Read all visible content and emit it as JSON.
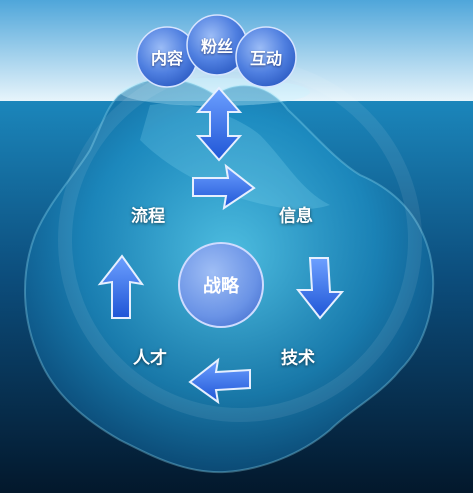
{
  "top_items": [
    {
      "label": "内容"
    },
    {
      "label": "粉丝"
    },
    {
      "label": "互动"
    }
  ],
  "cycle": {
    "center": "战略",
    "nodes": [
      {
        "label": "流程"
      },
      {
        "label": "信息"
      },
      {
        "label": "技术"
      },
      {
        "label": "人才"
      }
    ]
  },
  "colors": {
    "sky_top": "#5fb0e0",
    "sky_bottom": "#e6f4fb",
    "sea_top": "#1a7fb4",
    "sea_bottom": "#041c33",
    "bubble": "#4f7fe0",
    "arrow": "#2f6fe6",
    "center_circle": "#6f98e8"
  }
}
